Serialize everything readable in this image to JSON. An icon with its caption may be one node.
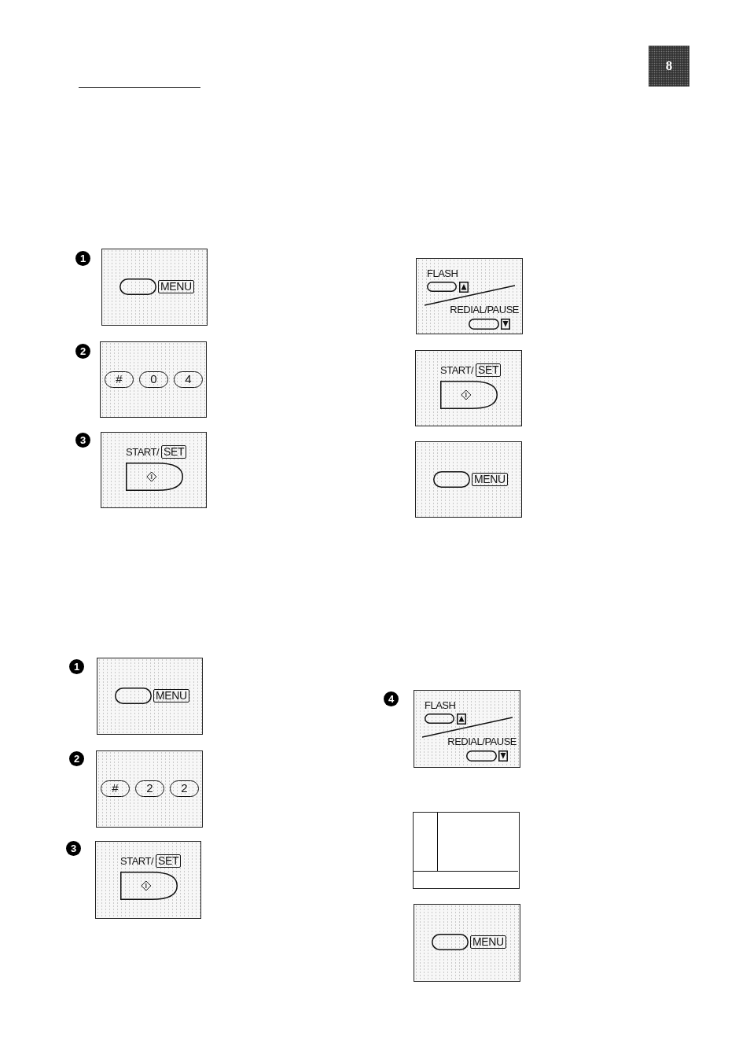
{
  "diagram": {
    "nodes": [
      {
        "text": [
          "MENU"
        ],
        "beside": [
          "1"
        ]
      },
      {
        "text": [
          "#",
          "0",
          "4"
        ],
        "beside": [
          "2"
        ]
      },
      {
        "text": [
          "START/",
          "SET"
        ],
        "beside": [
          "3"
        ]
      },
      {
        "text": [
          "FLASH",
          "REDIAL/PAUSE"
        ]
      },
      {
        "text": [
          "START/",
          "SET"
        ]
      },
      {
        "text": [
          "MENU"
        ]
      },
      {
        "text": [
          "MENU"
        ],
        "beside": [
          "1"
        ]
      },
      {
        "text": [
          "#",
          "2",
          "2"
        ],
        "beside": [
          "2"
        ]
      },
      {
        "text": [
          "START/",
          "SET"
        ],
        "beside": [
          "3"
        ]
      },
      {
        "text": [
          "FLASH",
          "REDIAL/PAUSE"
        ],
        "beside": [
          "4"
        ]
      },
      {
        "text": [],
        "shape": "box"
      },
      {
        "text": [
          "MENU"
        ]
      }
    ],
    "labels": [
      "8"
    ]
  }
}
